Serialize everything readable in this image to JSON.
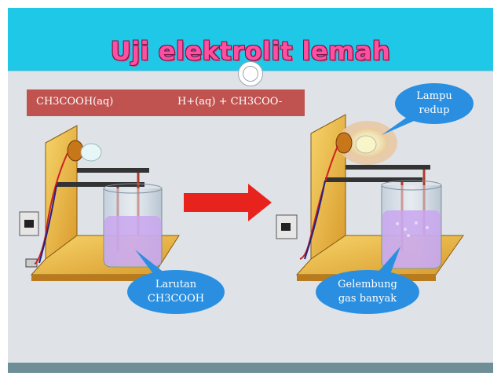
{
  "slide": {
    "title": "Uji elektrolit lemah",
    "equation": {
      "reactant": "CH3COOH(aq)",
      "products": "H+(aq) + CH3COO-"
    },
    "callouts": {
      "lamp": [
        "Lampu",
        "redup"
      ],
      "solution": [
        "Larutan",
        "CH3COOH"
      ],
      "bubbles": [
        "Gelembung",
        "gas banyak"
      ]
    }
  },
  "colors": {
    "banner": "#20c8e8",
    "title": "#ff4fa0",
    "equation_box": "#c0534f",
    "callout": "#2a8fe0",
    "arrow": "#e8231e",
    "liquid": "#c9a6ee"
  }
}
